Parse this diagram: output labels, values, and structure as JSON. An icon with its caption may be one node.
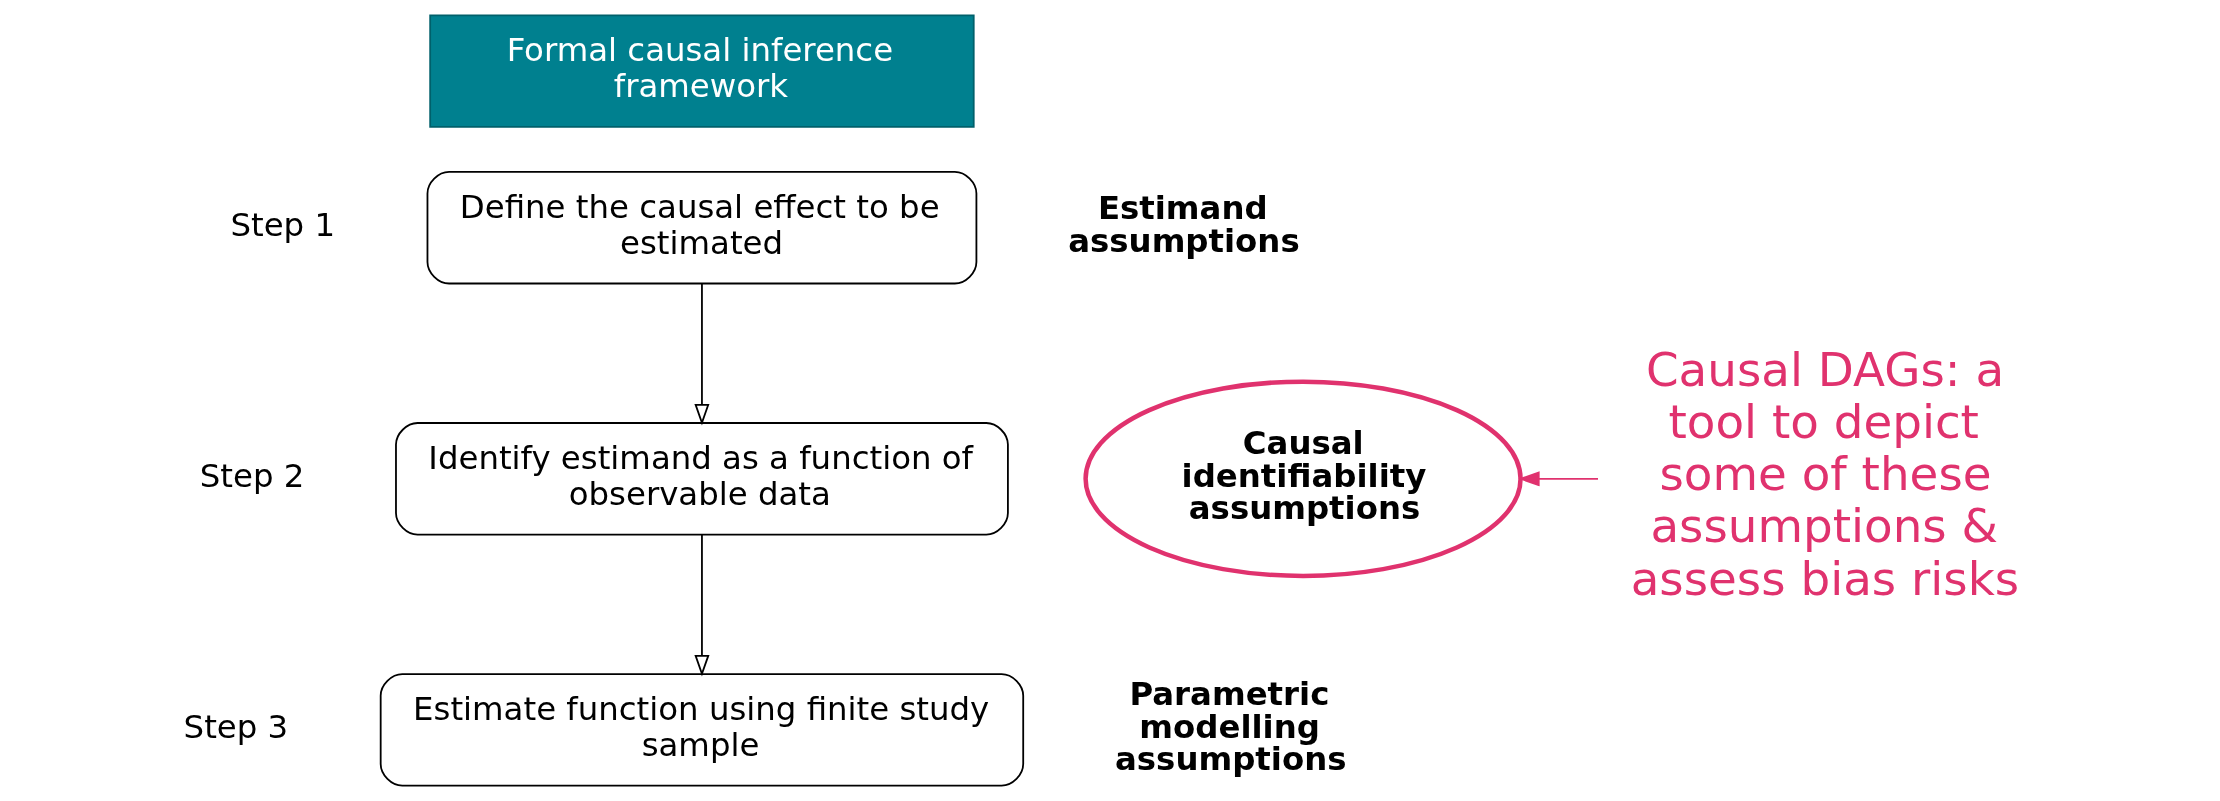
{
  "diagram": {
    "nodes": [
      {
        "text": [
          "Formal causal inference framework"
        ]
      },
      {
        "text": [
          "Define the causal effect to be estimated"
        ]
      },
      {
        "text": [
          "Identify estimand as a function of observable data"
        ]
      },
      {
        "text": [
          "Estimate function using finite study sample"
        ]
      },
      {
        "text": [
          "Causal identifiability assumptions"
        ]
      },
      {
        "text": [
          "Causal DAGs: a tool to depict some of these assumptions & assess bias risks"
        ]
      }
    ],
    "edges": [
      {
        "from": 1,
        "to": 2,
        "arrow": "to"
      },
      {
        "from": 2,
        "to": 3,
        "arrow": "to"
      },
      {
        "from": 5,
        "to": 4,
        "arrow": "to",
        "color": "#e0326e"
      }
    ],
    "labels": [
      "Step 1",
      "Estimand assumptions",
      "Step 2",
      "Step 3",
      "Parametric modelling assumptions"
    ]
  }
}
